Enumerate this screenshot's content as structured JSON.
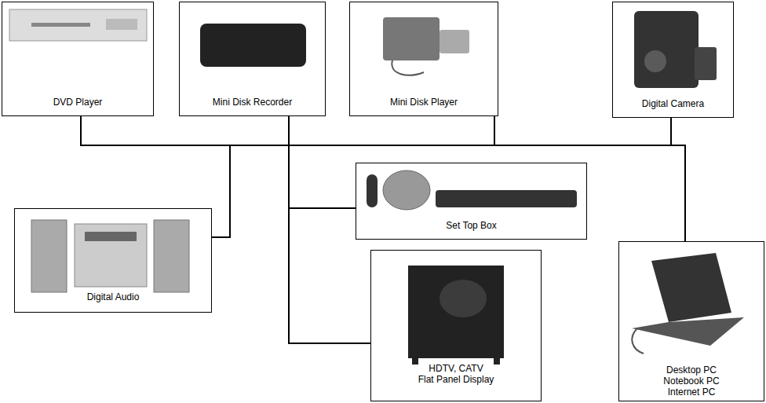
{
  "diagram": {
    "nodes": [
      {
        "text": [
          "DVD Player"
        ]
      },
      {
        "text": [
          "Mini Disk Recorder"
        ]
      },
      {
        "text": [
          "Mini Disk Player"
        ]
      },
      {
        "text": [
          "Digital Camera"
        ]
      },
      {
        "text": [
          "Set Top Box"
        ]
      },
      {
        "text": [
          "Digital Audio"
        ]
      },
      {
        "text": [
          "HDTV, CATV",
          "Flat Panel Display"
        ]
      },
      {
        "text": [
          "Desktop PC",
          "Notebook PC",
          "Internet PC"
        ]
      }
    ],
    "edges": [
      {
        "from": 0,
        "to": 1,
        "arrow": "none"
      },
      {
        "from": 0,
        "to": 2,
        "arrow": "none"
      },
      {
        "from": 0,
        "to": 3,
        "arrow": "none"
      },
      {
        "from": 0,
        "to": 4,
        "arrow": "none"
      },
      {
        "from": 0,
        "to": 5,
        "arrow": "none"
      },
      {
        "from": 0,
        "to": 6,
        "arrow": "none"
      },
      {
        "from": 0,
        "to": 7,
        "arrow": "none"
      },
      {
        "from": 1,
        "to": 2,
        "arrow": "none"
      },
      {
        "from": 1,
        "to": 3,
        "arrow": "none"
      },
      {
        "from": 1,
        "to": 4,
        "arrow": "none"
      },
      {
        "from": 1,
        "to": 5,
        "arrow": "none"
      },
      {
        "from": 1,
        "to": 6,
        "arrow": "none"
      },
      {
        "from": 1,
        "to": 7,
        "arrow": "none"
      },
      {
        "from": 2,
        "to": 3,
        "arrow": "none"
      },
      {
        "from": 2,
        "to": 4,
        "arrow": "none"
      },
      {
        "from": 2,
        "to": 5,
        "arrow": "none"
      },
      {
        "from": 2,
        "to": 6,
        "arrow": "none"
      },
      {
        "from": 2,
        "to": 7,
        "arrow": "none"
      },
      {
        "from": 3,
        "to": 4,
        "arrow": "none"
      },
      {
        "from": 3,
        "to": 5,
        "arrow": "none"
      },
      {
        "from": 3,
        "to": 6,
        "arrow": "none"
      },
      {
        "from": 3,
        "to": 7,
        "arrow": "none"
      },
      {
        "from": 4,
        "to": 5,
        "arrow": "none"
      },
      {
        "from": 4,
        "to": 6,
        "arrow": "none"
      },
      {
        "from": 4,
        "to": 7,
        "arrow": "none"
      },
      {
        "from": 5,
        "to": 6,
        "arrow": "none"
      },
      {
        "from": 5,
        "to": 7,
        "arrow": "none"
      },
      {
        "from": 6,
        "to": 7,
        "arrow": "none"
      }
    ]
  }
}
